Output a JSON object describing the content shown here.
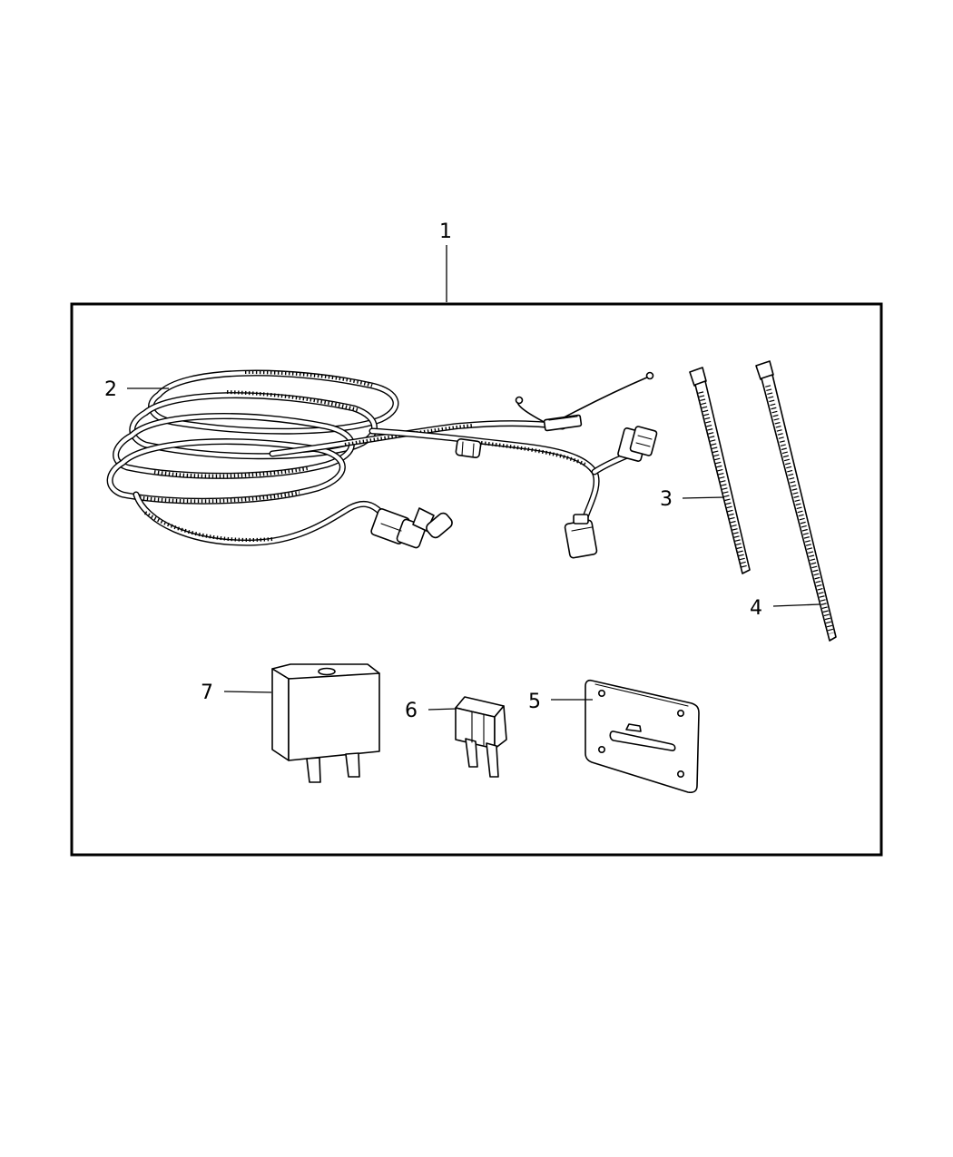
{
  "callouts": {
    "kit": "1",
    "wiring_harness": "2",
    "cable_tie_short": "3",
    "cable_tie_long": "4",
    "mounting_bracket": "5",
    "fuse": "6",
    "relay": "7"
  }
}
